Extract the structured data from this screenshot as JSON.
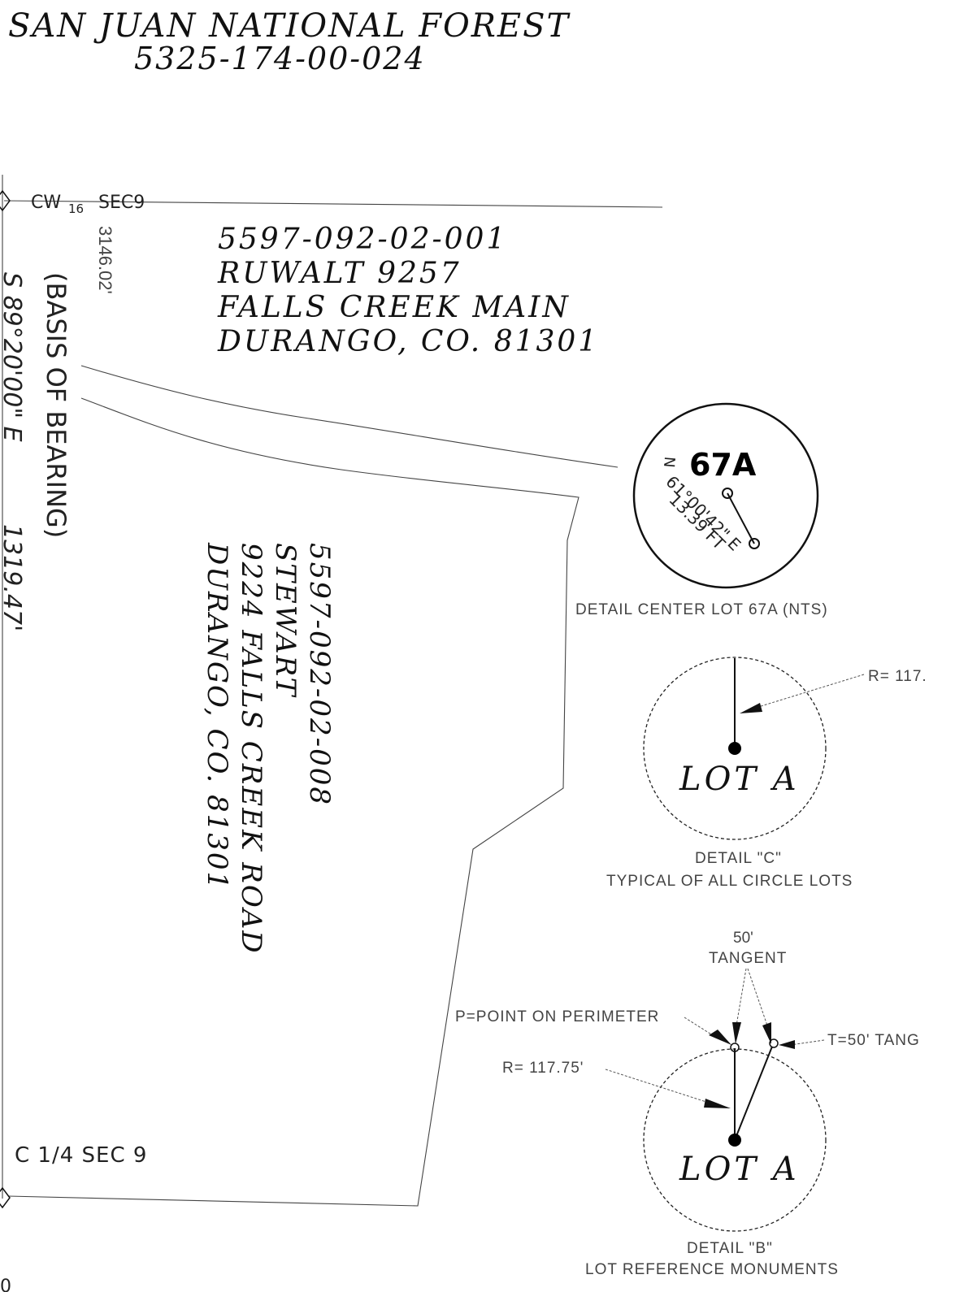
{
  "header": {
    "title": "SAN JUAN NATIONAL FOREST",
    "parcel": "5325-174-00-024"
  },
  "section_corner": {
    "label_prefix": "CW",
    "label_fraction": "16",
    "label_suffix": "SEC9",
    "distance": "3146.02'"
  },
  "basis_of_bearing": {
    "label": "(BASIS OF BEARING)",
    "bearing": "S 89°20'00\" E",
    "distance": "1319.47'"
  },
  "parcel_north": {
    "line1": "5597-092-02-001",
    "line2": "RUWALT 9257",
    "line3": "FALLS CREEK MAIN",
    "line4": "DURANGO, CO. 81301"
  },
  "parcel_stewart": {
    "line1": "5597-092-02-008",
    "line2": "STEWART",
    "line3": "9224 FALLS CREEK ROAD",
    "line4": "DURANGO, CO. 81301"
  },
  "detail_67a": {
    "lot": "67A",
    "north": "N",
    "bearing": "61°00'42\" E",
    "distance": "13.39 FT",
    "caption": "DETAIL CENTER LOT 67A (NTS)"
  },
  "detail_c": {
    "radius_label": "R= 117.",
    "lot_label": "LOT A",
    "caption_line1": "DETAIL \"C\"",
    "caption_line2": "TYPICAL OF ALL CIRCLE LOTS"
  },
  "detail_b": {
    "tangent_label_line1": "50'",
    "tangent_label_line2": "TANGENT",
    "perimeter_label": "P=POINT ON PERIMETER",
    "tangent_right_label": "T=50' TANG",
    "radius_label": "R= 117.75'",
    "lot_label": "LOT A",
    "caption_line1": "DETAIL \"B\"",
    "caption_line2": "LOT REFERENCE MONUMENTS"
  },
  "corner_label": "C 1/4 SEC 9",
  "bottom_mark": "0"
}
